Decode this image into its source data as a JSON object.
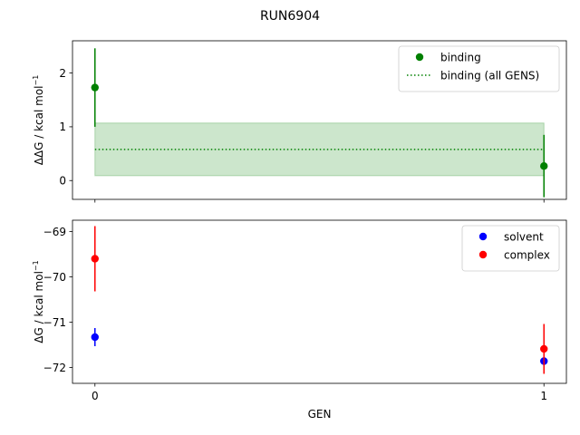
{
  "chart_data": [
    {
      "type": "scatter",
      "panel": "top",
      "title": "RUN6904",
      "ylabel_prefix": "ΔΔG / kcal mol",
      "ylabel_sup": "−1",
      "xlim": [
        -0.05,
        1.05
      ],
      "ylim": [
        -0.35,
        2.6
      ],
      "yticks": [
        0,
        1,
        2
      ],
      "ytick_labels": [
        "0",
        "1",
        "2"
      ],
      "xticks": [
        0,
        1
      ],
      "grid": false,
      "legend_position": "top-right",
      "series": [
        {
          "name": "binding",
          "kind": "errorbar",
          "color": "#008000",
          "x": [
            0,
            1
          ],
          "y": [
            1.73,
            0.27
          ],
          "yerr": [
            0.73,
            0.58
          ]
        },
        {
          "name": "binding (all GENS)",
          "kind": "band",
          "color": "#008000",
          "x_range": [
            0,
            1
          ],
          "y": 0.58,
          "y_low": 0.09,
          "y_high": 1.07
        }
      ]
    },
    {
      "type": "scatter",
      "panel": "bottom",
      "xlabel": "GEN",
      "ylabel_prefix": "ΔG / kcal mol",
      "ylabel_sup": "−1",
      "xlim": [
        -0.05,
        1.05
      ],
      "ylim": [
        -72.35,
        -68.75
      ],
      "yticks": [
        -69,
        -70,
        -71,
        -72
      ],
      "ytick_labels": [
        "−69",
        "−70",
        "−71",
        "−72"
      ],
      "xticks": [
        0,
        1
      ],
      "xtick_labels": [
        "0",
        "1"
      ],
      "grid": false,
      "legend_position": "top-right",
      "series": [
        {
          "name": "solvent",
          "kind": "errorbar",
          "color": "#0000ff",
          "x": [
            0,
            1
          ],
          "y": [
            -71.33,
            -71.86
          ],
          "yerr": [
            0.2,
            0.07
          ]
        },
        {
          "name": "complex",
          "kind": "errorbar",
          "color": "#ff0000",
          "x": [
            0,
            1
          ],
          "y": [
            -69.6,
            -71.59
          ],
          "yerr": [
            0.72,
            0.55
          ]
        }
      ]
    }
  ]
}
